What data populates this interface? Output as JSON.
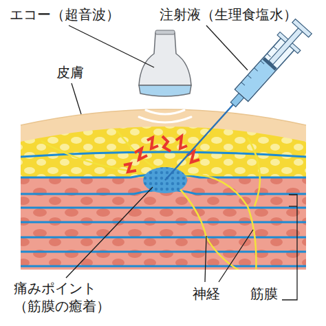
{
  "diagram": {
    "labels": [
      "エコー（超音波）",
      "注射液（生理食塩水）",
      "皮膚",
      "痛みポイント（筋膜の癒着）",
      "神経",
      "筋膜"
    ]
  }
}
